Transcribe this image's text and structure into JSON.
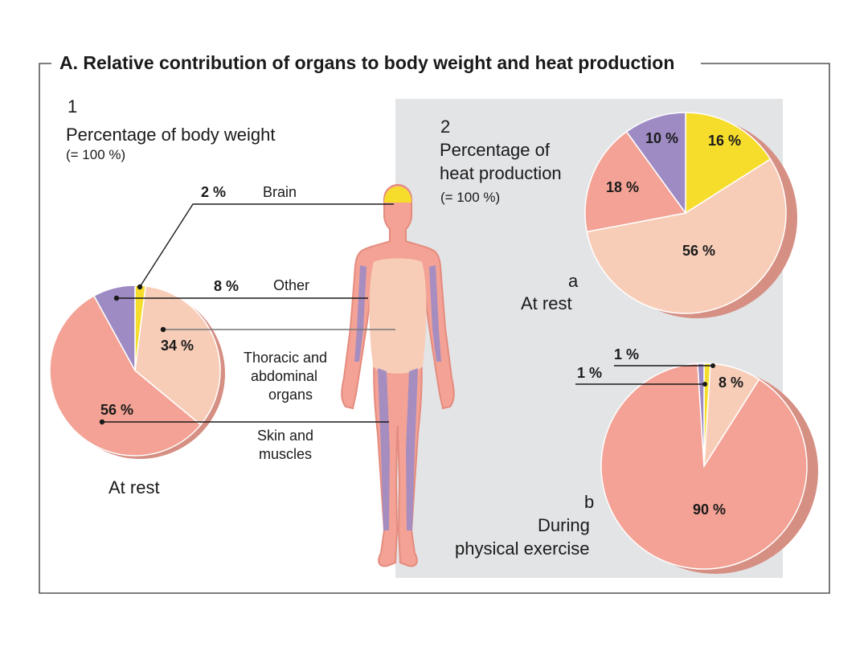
{
  "figure_title": "A. Relative contribution of organs to body weight and heat production",
  "section1": {
    "number": "1",
    "title": "Percentage of body weight",
    "note": "(= 100 %)"
  },
  "section2": {
    "number": "2",
    "title_line1": "Percentage of",
    "title_line2": "heat production",
    "note": "(= 100 %)"
  },
  "body_labels": {
    "brain": "Brain",
    "other": "Other",
    "organs_line1": "Thoracic and",
    "organs_line2": "abdominal",
    "organs_line3": "organs",
    "skin_line1": "Skin and",
    "skin_line2": "muscles"
  },
  "pie_weight_caption": "At rest",
  "pie_rest_caption": {
    "letter": "a",
    "text": "At rest"
  },
  "pie_exercise_caption": {
    "letter": "b",
    "line1": "During",
    "line2": "physical exercise"
  },
  "colors": {
    "brain": "#f7dd2b",
    "other": "#9e8bc4",
    "organs": "#f8cdb8",
    "skin_muscles": "#f3a295",
    "panel_gray": "#e3e4e6",
    "body_outline": "#e48b7e"
  },
  "chart_data": [
    {
      "type": "pie",
      "title": "Percentage of body weight",
      "caption": "At rest",
      "slices": [
        {
          "name": "Brain",
          "value": 2,
          "label": "2 %",
          "color": "#f7dd2b"
        },
        {
          "name": "Thoracic and abdominal organs",
          "value": 34,
          "label": "34 %",
          "color": "#f8cdb8"
        },
        {
          "name": "Skin and muscles",
          "value": 56,
          "label": "56 %",
          "color": "#f3a295"
        },
        {
          "name": "Other",
          "value": 8,
          "label": "8 %",
          "color": "#9e8bc4"
        }
      ]
    },
    {
      "type": "pie",
      "title": "Percentage of heat production",
      "caption": "At rest",
      "slices": [
        {
          "name": "Brain",
          "value": 16,
          "label": "16 %",
          "color": "#f7dd2b"
        },
        {
          "name": "Thoracic and abdominal organs",
          "value": 56,
          "label": "56 %",
          "color": "#f8cdb8"
        },
        {
          "name": "Skin and muscles",
          "value": 18,
          "label": "18 %",
          "color": "#f3a295"
        },
        {
          "name": "Other",
          "value": 10,
          "label": "10 %",
          "color": "#9e8bc4"
        }
      ]
    },
    {
      "type": "pie",
      "title": "Percentage of heat production",
      "caption": "During physical exercise",
      "slices": [
        {
          "name": "Brain",
          "value": 1,
          "label": "1 %",
          "color": "#f7dd2b"
        },
        {
          "name": "Thoracic and abdominal organs",
          "value": 8,
          "label": "8 %",
          "color": "#f8cdb8"
        },
        {
          "name": "Skin and muscles",
          "value": 90,
          "label": "90 %",
          "color": "#f3a295"
        },
        {
          "name": "Other",
          "value": 1,
          "label": "1 %",
          "color": "#9e8bc4"
        }
      ]
    }
  ]
}
